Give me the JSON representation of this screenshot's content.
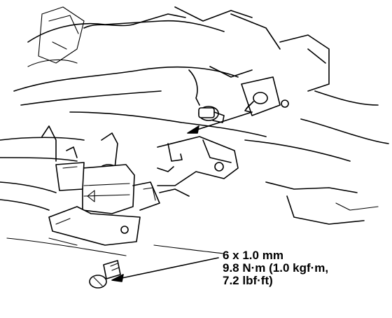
{
  "callout": {
    "bolt_size": "6 x 1.0 mm",
    "torque_line1": "9.8 N·m (1.0 kgf·m,",
    "torque_line2": "7.2 lbf·ft)"
  },
  "colors": {
    "ink": "#000000",
    "paper": "#ffffff"
  },
  "icons": [
    "bolt-icon",
    "arrow-icon",
    "sensor-connector-icon"
  ]
}
